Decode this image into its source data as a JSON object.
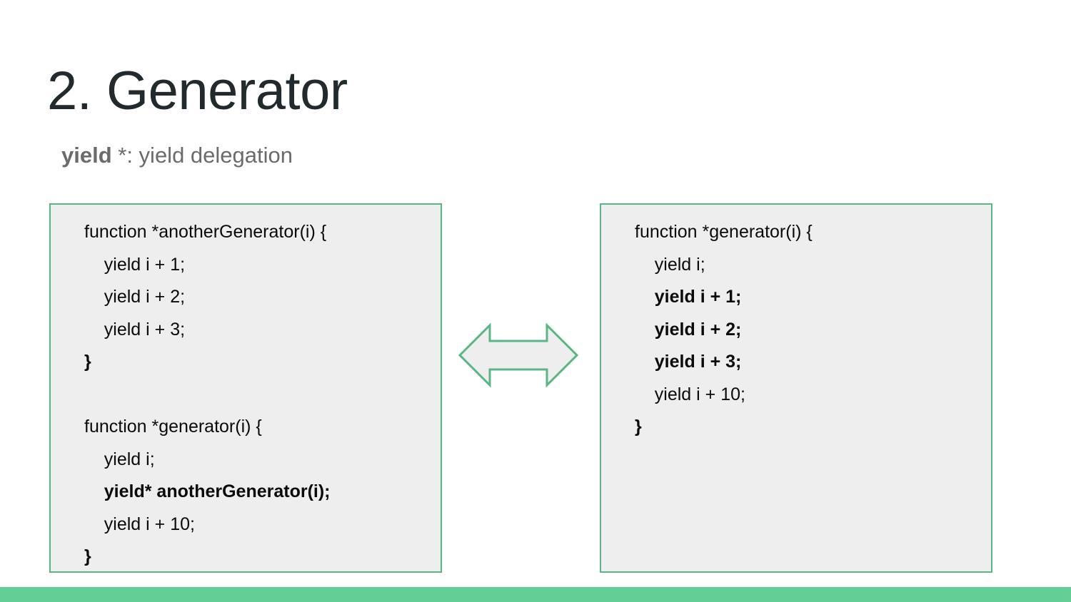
{
  "slide": {
    "background_color": "#ffffff",
    "accent_color": "#63ce96",
    "border_color": "#5cb489",
    "panel_fill": "#eeeeee",
    "title": "2. Generator",
    "subtitle": {
      "keyword": "yield",
      "rest": " *: yield delegation"
    }
  },
  "code_left": {
    "lines": [
      {
        "text": "function *anotherGenerator(i) {",
        "bold": false,
        "blank": false
      },
      {
        "text": "    yield i + 1;",
        "bold": false,
        "blank": false
      },
      {
        "text": "    yield i + 2;",
        "bold": false,
        "blank": false
      },
      {
        "text": "    yield i + 3;",
        "bold": false,
        "blank": false
      },
      {
        "text": "}",
        "bold": true,
        "blank": false
      },
      {
        "text": " ",
        "bold": false,
        "blank": true
      },
      {
        "text": "function *generator(i) {",
        "bold": false,
        "blank": false
      },
      {
        "text": "    yield i;",
        "bold": false,
        "blank": false
      },
      {
        "text": "    yield* anotherGenerator(i);",
        "bold": true,
        "blank": false
      },
      {
        "text": "    yield i + 10;",
        "bold": false,
        "blank": false
      },
      {
        "text": "}",
        "bold": true,
        "blank": false
      }
    ]
  },
  "code_right": {
    "lines": [
      {
        "text": "function *generator(i) {",
        "bold": false,
        "blank": false
      },
      {
        "text": "    yield i;",
        "bold": false,
        "blank": false
      },
      {
        "text": "    yield i + 1;",
        "bold": true,
        "blank": false
      },
      {
        "text": "    yield i + 2;",
        "bold": true,
        "blank": false
      },
      {
        "text": "    yield i + 3;",
        "bold": true,
        "blank": false
      },
      {
        "text": "    yield i + 10;",
        "bold": false,
        "blank": false
      },
      {
        "text": "}",
        "bold": true,
        "blank": false
      }
    ]
  },
  "arrow": {
    "icon": "double-headed-horizontal-arrow",
    "fill": "#eeeeee",
    "stroke": "#5cb489"
  }
}
